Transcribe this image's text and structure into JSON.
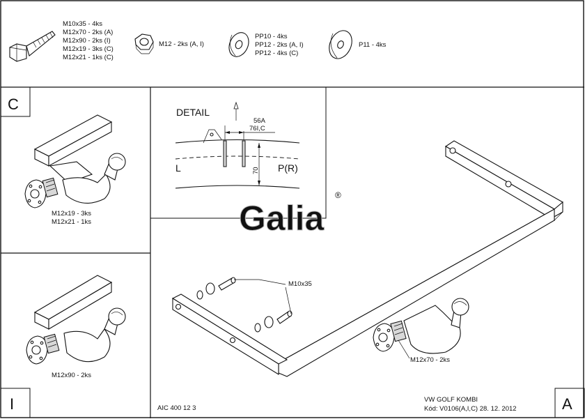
{
  "parts": {
    "bolt": {
      "icon": "bolt-icon",
      "lines": [
        "M10x35 - 4ks",
        "M12x70 - 2ks (A)",
        "M12x90 - 2ks (I)",
        "M12x19 - 3ks (C)",
        "M12x21 - 1ks (C)"
      ]
    },
    "nut": {
      "icon": "nut-icon",
      "label": "M12 - 2ks (A, I)"
    },
    "washer_small": {
      "icon": "washer-icon",
      "lines": [
        "PP10 - 4ks",
        "PP12 - 2ks (A, I)",
        "PP12 - 4ks (C)"
      ]
    },
    "washer_large": {
      "icon": "large-washer-icon",
      "label": "P11 - 4ks"
    }
  },
  "panel_c": {
    "letter": "C",
    "lines": [
      "M12x19 - 3ks",
      "M12x21 - 1ks"
    ]
  },
  "panel_i": {
    "letter": "I",
    "label": "M12x90 - 2ks",
    "code": "AIC 400 12 3"
  },
  "detail": {
    "title": "DETAIL",
    "dim_top_1": "56A",
    "dim_top_2": "76I,C",
    "dim_vertical": "70",
    "left_label": "L",
    "right_label": "P(R)"
  },
  "logo": {
    "text": "Galia",
    "mark": "®"
  },
  "main": {
    "letter": "A",
    "bolt_label": "M10x35",
    "bolt_label_2": "M12x70 - 2ks",
    "vehicle": "VW GOLF KOMBI",
    "code_line": "Kód: V0106(A,I,C)  28. 12. 2012"
  }
}
